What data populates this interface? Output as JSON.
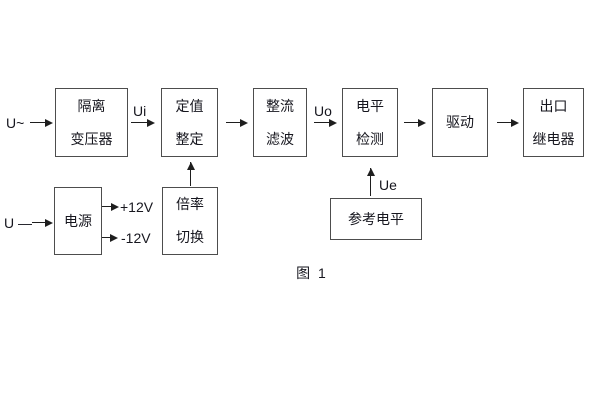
{
  "figure": {
    "caption": "图 1",
    "background_color": "#ffffff",
    "line_color": "#1e1e1e",
    "text_color": "#16161e",
    "box_border_color": "#4d4d4d",
    "blocks": {
      "isolation_transformer": {
        "line1": "隔离",
        "line2": "变压器"
      },
      "value_setting": {
        "line1": "定值",
        "line2": "整定"
      },
      "rectifier_filter": {
        "line1": "整流",
        "line2": "滤波"
      },
      "level_detection": {
        "line1": "电平",
        "line2": "检测"
      },
      "driver": {
        "line1": "驱动"
      },
      "output_relay": {
        "line1": "出口",
        "line2": "继电器"
      },
      "power_supply": {
        "line1": "电源"
      },
      "ratio_switching": {
        "line1": "倍率",
        "line2": "切换"
      },
      "reference_level": {
        "line1": "参考电平"
      }
    },
    "signals": {
      "ac_input": "U~",
      "dc_input": "U —",
      "ui": "Ui",
      "uo": "Uo",
      "ue": "Ue",
      "plus_12v": "+12V",
      "minus_12v": "-12V"
    }
  }
}
